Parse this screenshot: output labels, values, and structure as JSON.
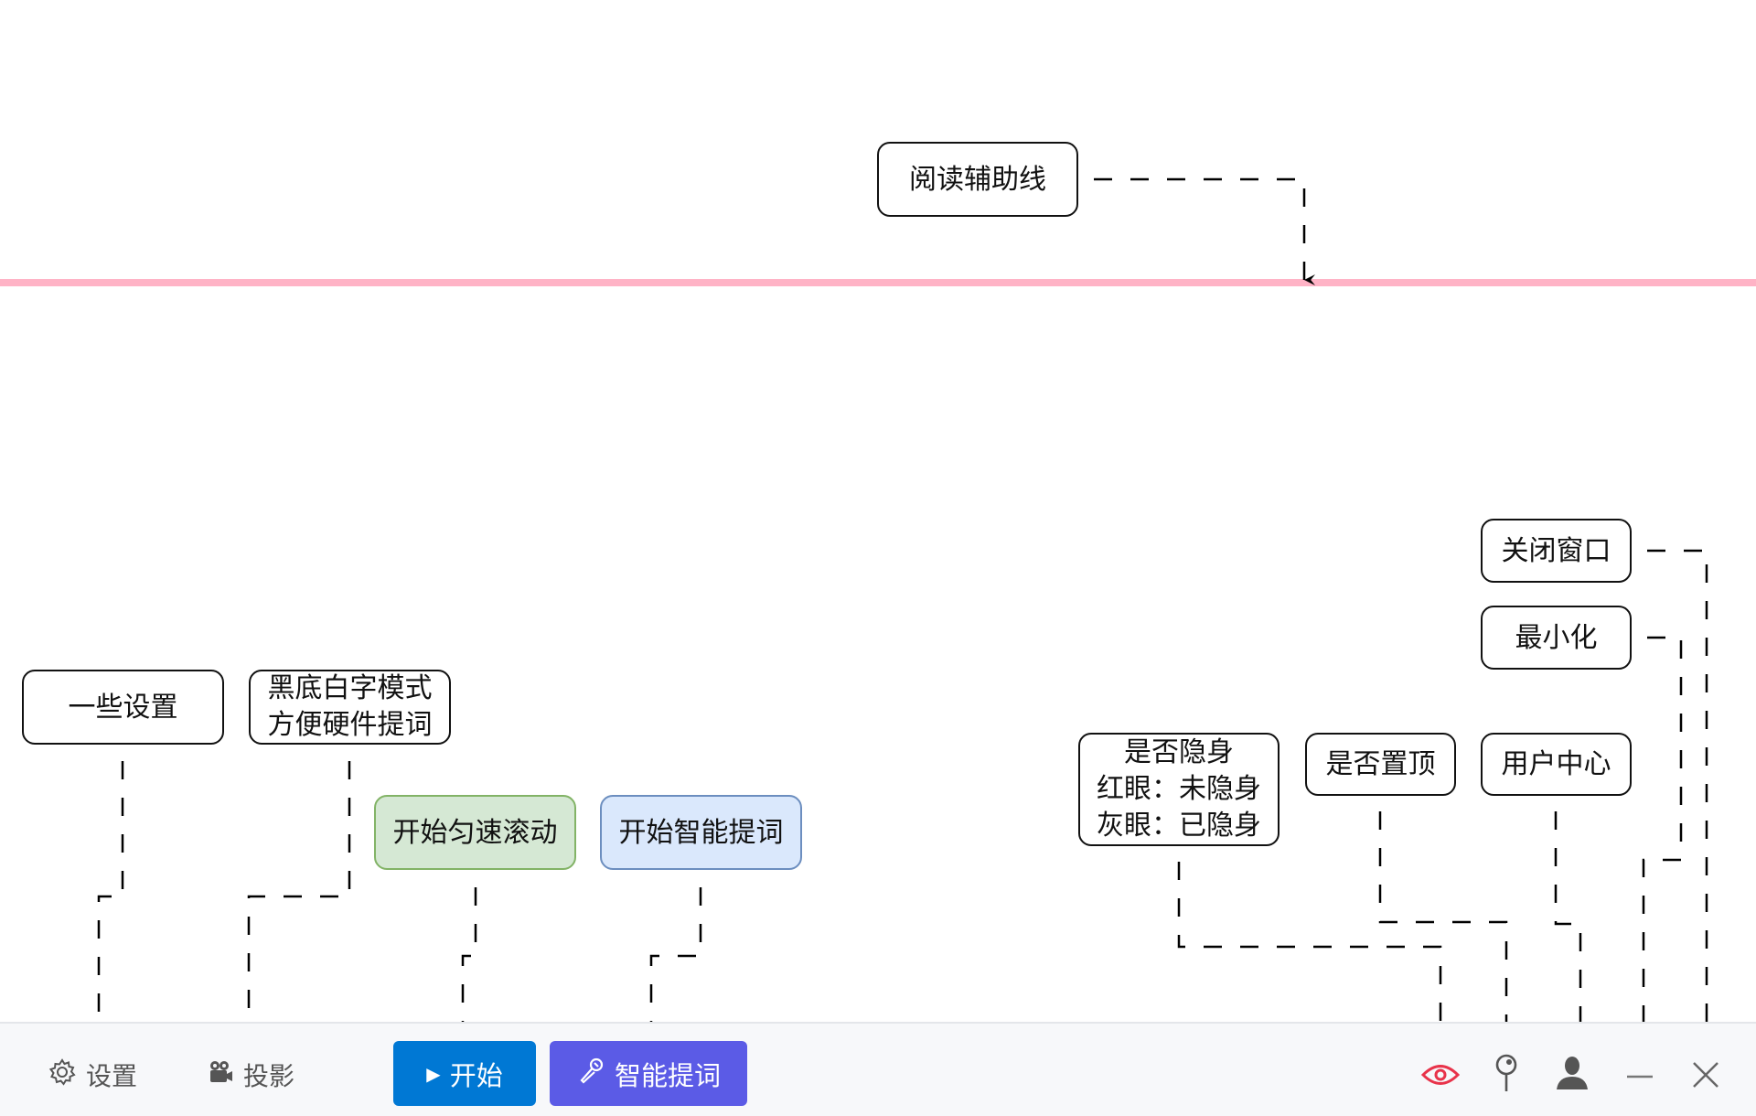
{
  "annotations": {
    "reading_guide": "阅读辅助线",
    "settings": "一些设置",
    "projection": "黑底白字模式\n方便硬件提词",
    "start_scroll": "开始匀速滚动",
    "start_smart": "开始智能提词",
    "stealth": "是否隐身\n红眼：未隐身\n灰眼：已隐身",
    "pin_top": "是否置顶",
    "user_center": "用户中心",
    "minimize": "最小化",
    "close_window": "关闭窗口"
  },
  "toolbar": {
    "settings_label": "设置",
    "projection_label": "投影",
    "start_label": "开始",
    "smart_label": "智能提词",
    "icons": [
      "eye-icon",
      "pin-icon",
      "user-icon",
      "minimize-icon",
      "close-icon"
    ]
  },
  "colors": {
    "guide_line": "#ffb3c6",
    "start_button": "#0078d4",
    "smart_button": "#5b5be6",
    "stealth_eye": "#e8334a",
    "icon_gray": "#555555"
  }
}
